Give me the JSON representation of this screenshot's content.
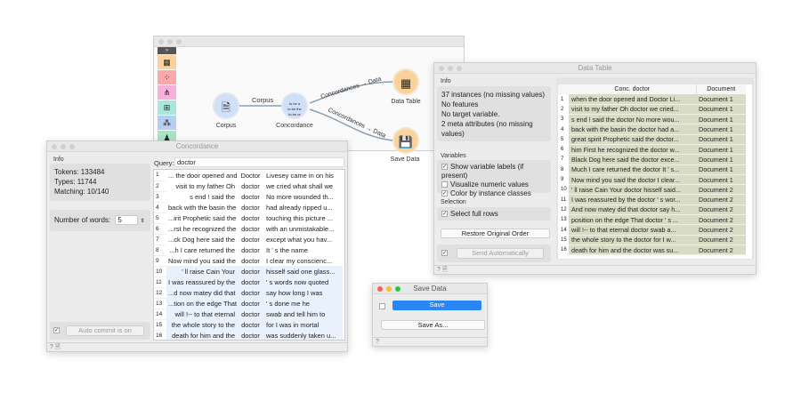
{
  "canvas": {
    "nodes": [
      {
        "label": "Corpus",
        "icon": "document-icon"
      },
      {
        "label": "Concordance",
        "icon": "concordance-icon"
      },
      {
        "label": "Data Table",
        "icon": "table-icon"
      },
      {
        "label": "Save Data",
        "icon": "floppy-icon"
      }
    ],
    "links": [
      "Corpus",
      "Concordances → Data",
      "Concordances → Data"
    ],
    "toolbox_colors": [
      "#fbd29a",
      "#f9a9a9",
      "#f7b0d8",
      "#a9e6dc",
      "#b6cff0",
      "#a6e3c8"
    ]
  },
  "concordance": {
    "title": "Concordance",
    "info_label": "Info",
    "tokens": "Tokens: 133484",
    "types": "Types: 11744",
    "matching": "Matching: 10/140",
    "num_words_label": "Number of words:",
    "num_words": "5",
    "auto_commit": "Auto commit is on",
    "query_label": "Query:",
    "query": "doctor",
    "rows": [
      [
        "1",
        "... the door opened and",
        "Doctor",
        "Livesey came in on his"
      ],
      [
        "2",
        "visit to my father Oh",
        "doctor",
        "we cried what shall we"
      ],
      [
        "3",
        "s end ! said the",
        "doctor",
        "No more wounded th..."
      ],
      [
        "4",
        "back with the basin the",
        "doctor",
        "had already ripped u..."
      ],
      [
        "5",
        "...irit Prophetic said the",
        "doctor",
        "touching this picture ..."
      ],
      [
        "6",
        "...rst he recognized the",
        "doctor",
        "with an unmistakable..."
      ],
      [
        "7",
        "...ck Dog here said the",
        "doctor",
        "except what you hav..."
      ],
      [
        "8",
        "...h I care returned the",
        "doctor",
        "It ' s the name"
      ],
      [
        "9",
        "Now mind you said the",
        "doctor",
        "I clear my conscienc..."
      ],
      [
        "10",
        "' ll raise Cain Your",
        "doctor",
        "hisself said one glass..."
      ],
      [
        "11",
        "I was reassured by the",
        "doctor",
        "' s words now quoted"
      ],
      [
        "12",
        "...d now matey did that",
        "doctor",
        "say how long I was"
      ],
      [
        "13",
        "...tion on the edge That",
        "doctor",
        "' s done me he"
      ],
      [
        "14",
        "will !-- to that eternal",
        "doctor",
        "swab and tell him to"
      ],
      [
        "15",
        "the whole story to the",
        "doctor",
        "for I was in mortal"
      ],
      [
        "16",
        "death for him and the",
        "doctor",
        "was suddenly taken u..."
      ]
    ],
    "selected_from": 10
  },
  "datatable": {
    "title": "Data Table",
    "info_label": "Info",
    "info": [
      "37 instances (no missing values)",
      "No features",
      "No target variable.",
      "2 meta attributes (no missing values)"
    ],
    "variables_label": "Variables",
    "show_labels": "Show variable labels (if present)",
    "visualize": "Visualize numeric values",
    "color_by": "Color by instance classes",
    "selection_label": "Selection",
    "select_full": "Select full rows",
    "restore": "Restore Original Order",
    "send_auto": "Send Automatically",
    "columns": [
      "Conc. doctor",
      "Document"
    ],
    "rows": [
      [
        "1",
        "when the door opened and Doctor Li...",
        "Document 1"
      ],
      [
        "2",
        "visit to my father Oh doctor we cried...",
        "Document 1"
      ],
      [
        "3",
        "s end ! said the doctor No more wou...",
        "Document 1"
      ],
      [
        "4",
        "back with the basin the doctor had a...",
        "Document 1"
      ],
      [
        "5",
        "great spirit Prophetic said the doctor...",
        "Document 1"
      ],
      [
        "6",
        "him First he recognized the doctor w...",
        "Document 1"
      ],
      [
        "7",
        "Black Dog here said the doctor exce...",
        "Document 1"
      ],
      [
        "8",
        "Much I care returned the doctor It ' s...",
        "Document 1"
      ],
      [
        "9",
        "Now mind you said the doctor I clear...",
        "Document 1"
      ],
      [
        "10",
        "' ll raise Cain Your doctor hisself said...",
        "Document 2"
      ],
      [
        "11",
        "I was reassured by the doctor ' s wor...",
        "Document 2"
      ],
      [
        "12",
        "And now matey did that doctor say h...",
        "Document 2"
      ],
      [
        "13",
        "position on the edge That doctor ' s ...",
        "Document 2"
      ],
      [
        "14",
        "will !-- to that eternal doctor swab a...",
        "Document 2"
      ],
      [
        "15",
        "the whole story to the doctor for I w...",
        "Document 2"
      ],
      [
        "16",
        "death for him and the doctor was su...",
        "Document 2"
      ]
    ],
    "row_color": "#d9dcc4"
  },
  "savedata": {
    "title": "Save Data",
    "save": "Save",
    "save_as": "Save As...",
    "accent": "#2a86f5"
  }
}
